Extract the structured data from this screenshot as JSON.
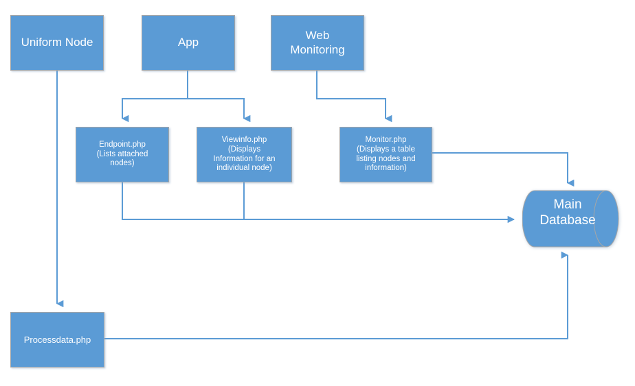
{
  "diagram": {
    "title": "System architecture flow diagram",
    "theme": {
      "shape_fill": "#5B9BD5",
      "shape_border": "#A6A6A6",
      "connector_color": "#5B9BD5",
      "text_color": "#FFFFFF",
      "background": "#FFFFFF"
    },
    "nodes": {
      "uniform_node": {
        "label": "Uniform Node"
      },
      "app": {
        "label": "App"
      },
      "web_monitoring": {
        "label": "Web\nMonitoring"
      },
      "endpoint_php": {
        "label": "Endpoint.php\n(Lists attached\nnodes)"
      },
      "viewinfo_php": {
        "label": "Viewinfo.php\n(Displays\nInformation for an\nindividual node)"
      },
      "monitor_php": {
        "label": "Monitor.php\n(Displays a table\nlisting nodes and\ninformation)"
      },
      "processdata_php": {
        "label": "Processdata.php"
      },
      "main_database": {
        "label": "Main\nDatabase"
      }
    },
    "connectors": [
      {
        "name": "uniform-node-to-processdata",
        "from": "Uniform Node",
        "to": "Processdata.php",
        "arrow": true
      },
      {
        "name": "app-to-endpoint",
        "from": "App",
        "to": "Endpoint.php",
        "arrow": true
      },
      {
        "name": "app-to-viewinfo",
        "from": "App",
        "to": "Viewinfo.php",
        "arrow": true
      },
      {
        "name": "web-monitoring-to-monitor",
        "from": "Web Monitoring",
        "to": "Monitor.php",
        "arrow": true
      },
      {
        "name": "endpoint-to-database",
        "from": "Endpoint.php",
        "to": "Main Database",
        "arrow": true
      },
      {
        "name": "viewinfo-to-database",
        "from": "Viewinfo.php",
        "to": "Main Database",
        "arrow": true
      },
      {
        "name": "monitor-to-database",
        "from": "Monitor.php",
        "to": "Main Database",
        "arrow": true
      },
      {
        "name": "processdata-to-database",
        "from": "Processdata.php",
        "to": "Main Database",
        "arrow": true
      }
    ]
  }
}
